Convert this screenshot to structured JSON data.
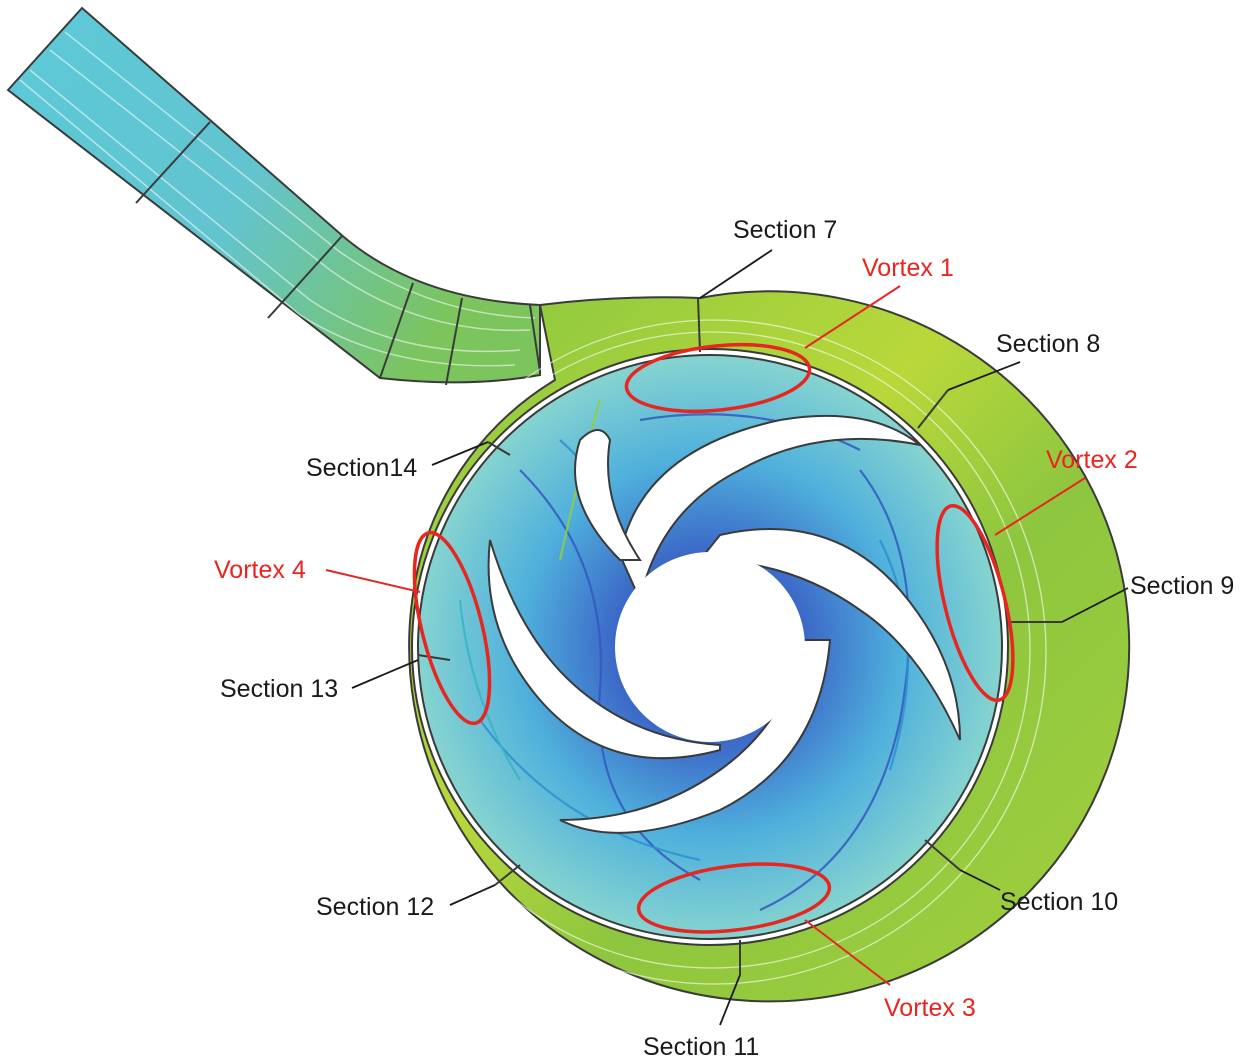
{
  "colors": {
    "inlet_fluid": "#5bc8d6",
    "volute_fluid": "#7cc242",
    "volute_hot": "#d9e23a",
    "impeller_slow": "#2f4fb8",
    "impeller_mid": "#3aa7d8",
    "vortex_marker": "#e8251f",
    "section_label": "#1a1a1a",
    "outline": "#3a3a3a"
  },
  "sections": [
    {
      "id": "s7",
      "label": "Section 7"
    },
    {
      "id": "s8",
      "label": "Section 8"
    },
    {
      "id": "s9",
      "label": "Section 9"
    },
    {
      "id": "s10",
      "label": "Section 10"
    },
    {
      "id": "s11",
      "label": "Section 11"
    },
    {
      "id": "s12",
      "label": "Section 12"
    },
    {
      "id": "s13",
      "label": "Section 13"
    },
    {
      "id": "s14",
      "label": "Section14"
    }
  ],
  "vortices": [
    {
      "id": "v1",
      "label": "Vortex 1"
    },
    {
      "id": "v2",
      "label": "Vortex 2"
    },
    {
      "id": "v3",
      "label": "Vortex 3"
    },
    {
      "id": "v4",
      "label": "Vortex 4"
    }
  ]
}
